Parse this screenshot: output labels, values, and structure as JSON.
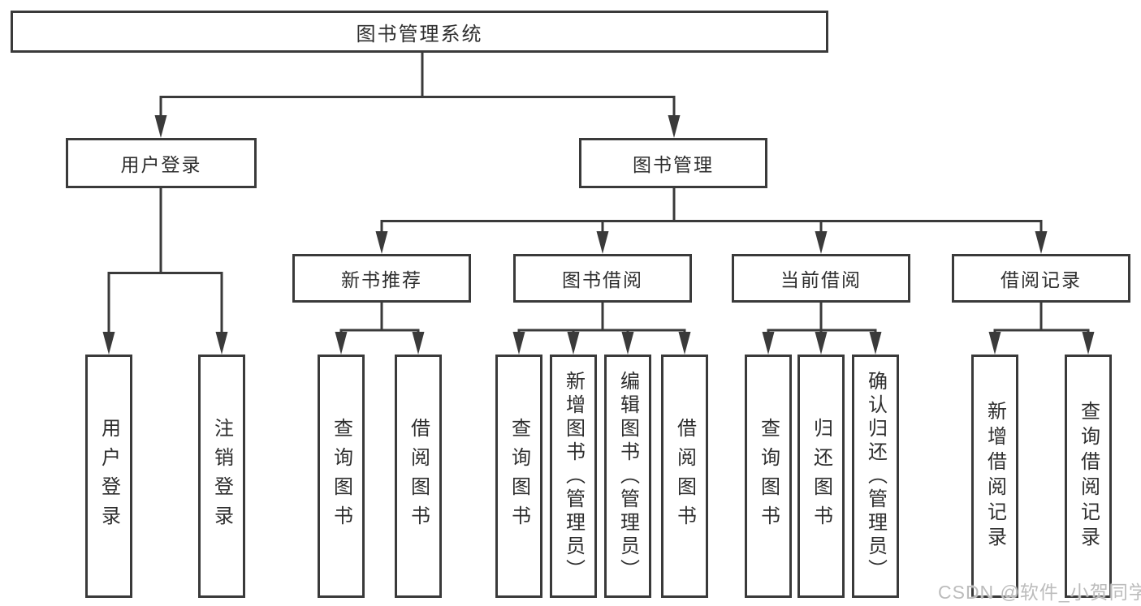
{
  "diagram_title": "图书管理系统",
  "tree": {
    "root": {
      "label": "图书管理系统",
      "children": [
        {
          "label": "用户登录",
          "children": [
            {
              "label": "用户登录"
            },
            {
              "label": "注销登录"
            }
          ]
        },
        {
          "label": "图书管理",
          "children": [
            {
              "label": "新书推荐",
              "children": [
                {
                  "label": "查询图书"
                },
                {
                  "label": "借阅图书"
                }
              ]
            },
            {
              "label": "图书借阅",
              "children": [
                {
                  "label": "查询图书"
                },
                {
                  "label": "新增图书（管理员）"
                },
                {
                  "label": "编辑图书（管理员）"
                },
                {
                  "label": "借阅图书"
                }
              ]
            },
            {
              "label": "当前借阅",
              "children": [
                {
                  "label": "查询图书"
                },
                {
                  "label": "归还图书"
                },
                {
                  "label": "确认归还（管理员）"
                }
              ]
            },
            {
              "label": "借阅记录",
              "children": [
                {
                  "label": "新增借阅记录"
                },
                {
                  "label": "查询借阅记录"
                }
              ]
            }
          ]
        }
      ]
    }
  },
  "watermark": "CSDN @软件_小贺同学",
  "colors": {
    "line": "#3a3a3a",
    "box_border": "#3a3a3a",
    "text": "#2e2e2e",
    "background": "#ffffff",
    "watermark": "#bcbcbc"
  }
}
